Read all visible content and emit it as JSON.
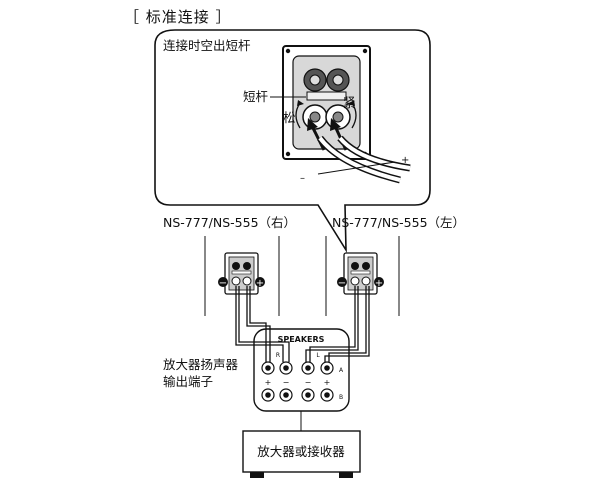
{
  "section_title": "［ 标准连接 ］",
  "callout": {
    "title": "连接时空出短杆",
    "short_bar_label": "短杆",
    "loosen_label": "松",
    "tighten_label": "紧",
    "plus_label": "+",
    "minus_label": "–"
  },
  "speakers": {
    "right_label": "NS-777/NS-555（右）",
    "left_label": "NS-777/NS-555（左）",
    "terminal_minus": "−",
    "terminal_plus": "+"
  },
  "amplifier_panel": {
    "title": "SPEAKERS",
    "channel_r": "R",
    "channel_l": "L",
    "row_a": "A",
    "row_b": "B",
    "plus": "+",
    "minus": "−",
    "caption_line1": "放大器扬声器",
    "caption_line2": "输出端子"
  },
  "amplifier_box_label": "放大器或接收器"
}
